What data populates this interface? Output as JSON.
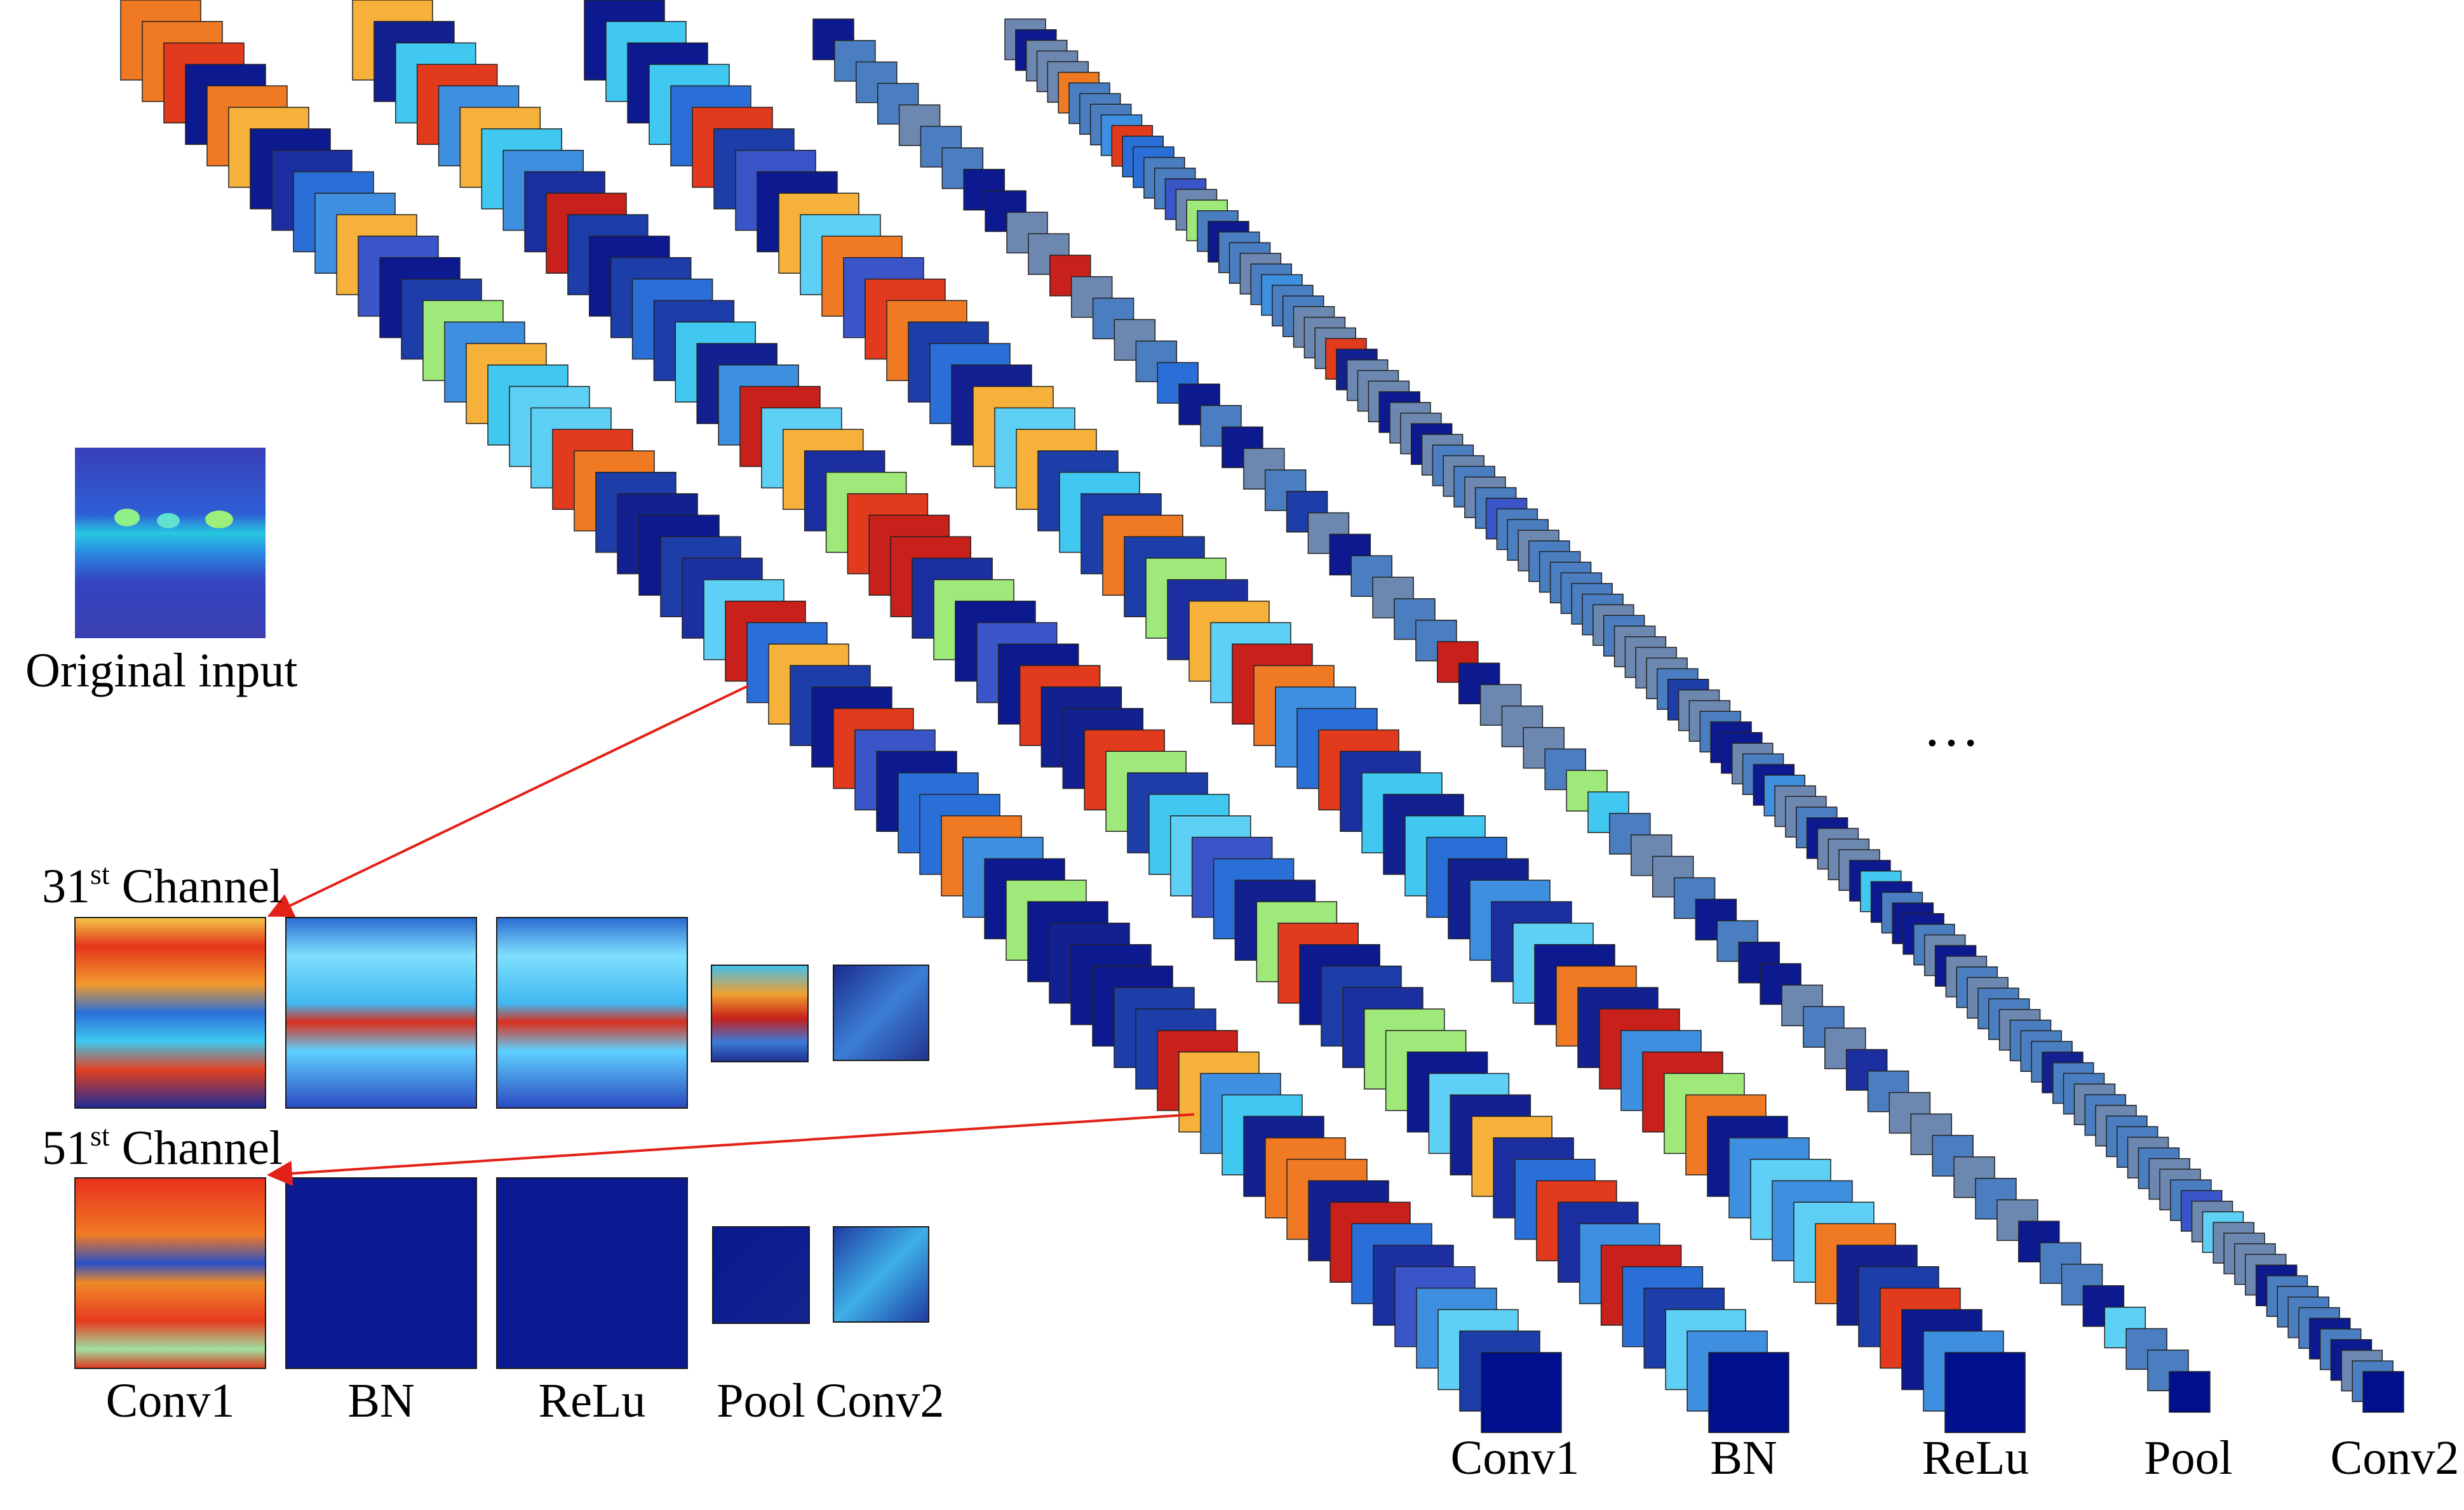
{
  "labels": {
    "original_input": "Original input",
    "channel_31_num": "31",
    "channel_31_sup": "st",
    "channel_31_text": " Channel",
    "channel_51_num": "51",
    "channel_51_sup": "st",
    "channel_51_text": " Channel",
    "ellipsis": "…"
  },
  "bottom_left_labels": [
    "Conv1",
    "BN",
    "ReLu",
    "Pool",
    "Conv2"
  ],
  "stack_labels": [
    "Conv1",
    "BN",
    "ReLu",
    "Pool",
    "Conv2"
  ],
  "stacks": [
    {
      "name": "Conv1",
      "count": 64
    },
    {
      "name": "BN",
      "count": 64
    },
    {
      "name": "ReLu",
      "count": 64
    },
    {
      "name": "Pool",
      "count": 64
    },
    {
      "name": "Conv2",
      "count": 128
    }
  ],
  "highlighted_channels": [
    31,
    51
  ],
  "colors": {
    "arrow": "#e32119",
    "dark_blue": "#00108c",
    "frame": "#1a1a1a"
  },
  "colormap": "jet"
}
